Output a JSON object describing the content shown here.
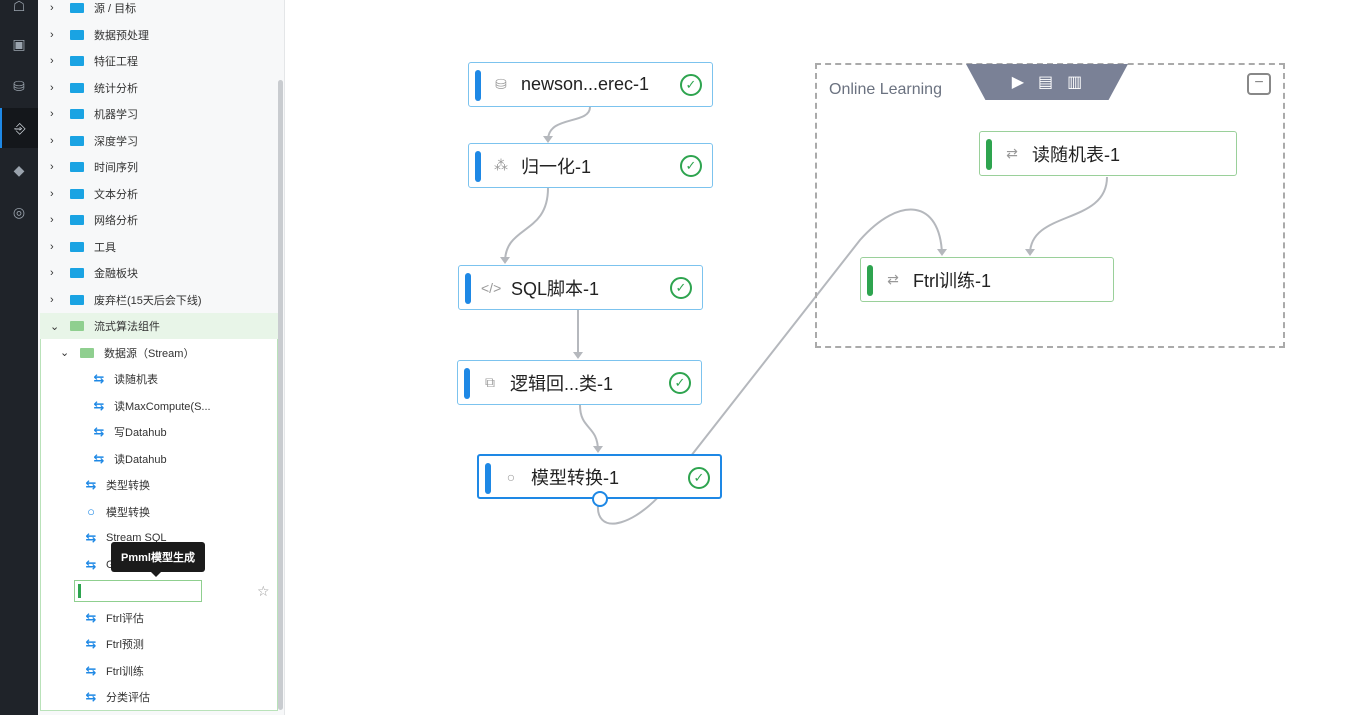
{
  "sidebar": {
    "categories": [
      "源 / 目标",
      "数据预处理",
      "特征工程",
      "统计分析",
      "机器学习",
      "深度学习",
      "时间序列",
      "文本分析",
      "网络分析",
      "工具",
      "金融板块",
      "废弃栏(15天后会下线)"
    ],
    "stream_group": "流式算法组件",
    "datasource_group": "数据源（Stream）",
    "datasource_items": [
      "读随机表",
      "读MaxCompute(S...",
      "写Datahub",
      "读Datahub"
    ],
    "items": [
      "类型转换",
      "模型转换",
      "Stream SQL",
      "G",
      "Pmml模型生成",
      "Ftrl评估",
      "Ftrl预测",
      "Ftrl训练",
      "分类评估"
    ],
    "tooltip": "Pmml模型生成",
    "dragging": "Pmml模型生成"
  },
  "canvas": {
    "nodes": [
      "newson...erec-1",
      "归一化-1",
      "SQL脚本-1",
      "逻辑回...类-1",
      "模型转换-1",
      "读随机表-1",
      "Ftrl训练-1"
    ],
    "group_title": "Online Learning"
  },
  "colors": {
    "accent": "#1e88e5",
    "success": "#2ea44f"
  }
}
